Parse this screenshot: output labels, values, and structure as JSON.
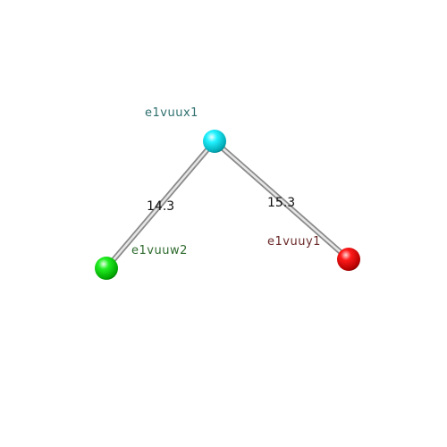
{
  "nodes": [
    {
      "id": "e1vuux1",
      "label": "e1vuux1",
      "color": "#00e5ee",
      "label_color": "#2f6f6f"
    },
    {
      "id": "e1vuuw2",
      "label": "e1vuuw2",
      "color": "#00dd00",
      "label_color": "#2e6b2e"
    },
    {
      "id": "e1vuuy1",
      "label": "e1vuuy1",
      "color": "#ee0000",
      "label_color": "#6b2a2a"
    }
  ],
  "edges": [
    {
      "from": "e1vuux1",
      "to": "e1vuuw2",
      "label": "14.3"
    },
    {
      "from": "e1vuux1",
      "to": "e1vuuy1",
      "label": "15.3"
    }
  ]
}
